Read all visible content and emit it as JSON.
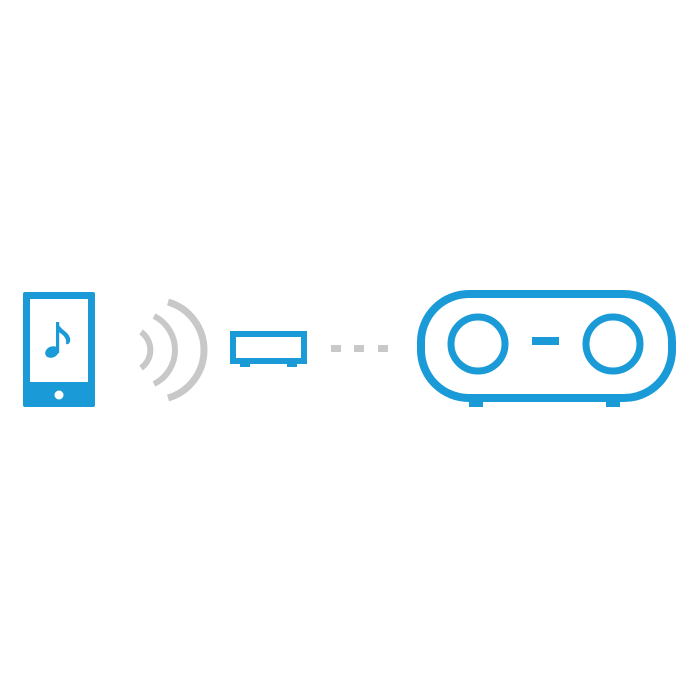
{
  "diagram": {
    "colors": {
      "accent": "#1a9bd7",
      "wave": "#c8c8c8",
      "connector": "#c8c8c8",
      "background": "#ffffff"
    },
    "nodes": [
      {
        "id": "phone",
        "icon": "smartphone-music-icon"
      },
      {
        "id": "signal",
        "icon": "wireless-signal-icon"
      },
      {
        "id": "receiver",
        "icon": "bluetooth-receiver-icon"
      },
      {
        "id": "connector",
        "icon": "dotted-connection-icon"
      },
      {
        "id": "speaker",
        "icon": "stereo-speaker-icon"
      }
    ]
  }
}
